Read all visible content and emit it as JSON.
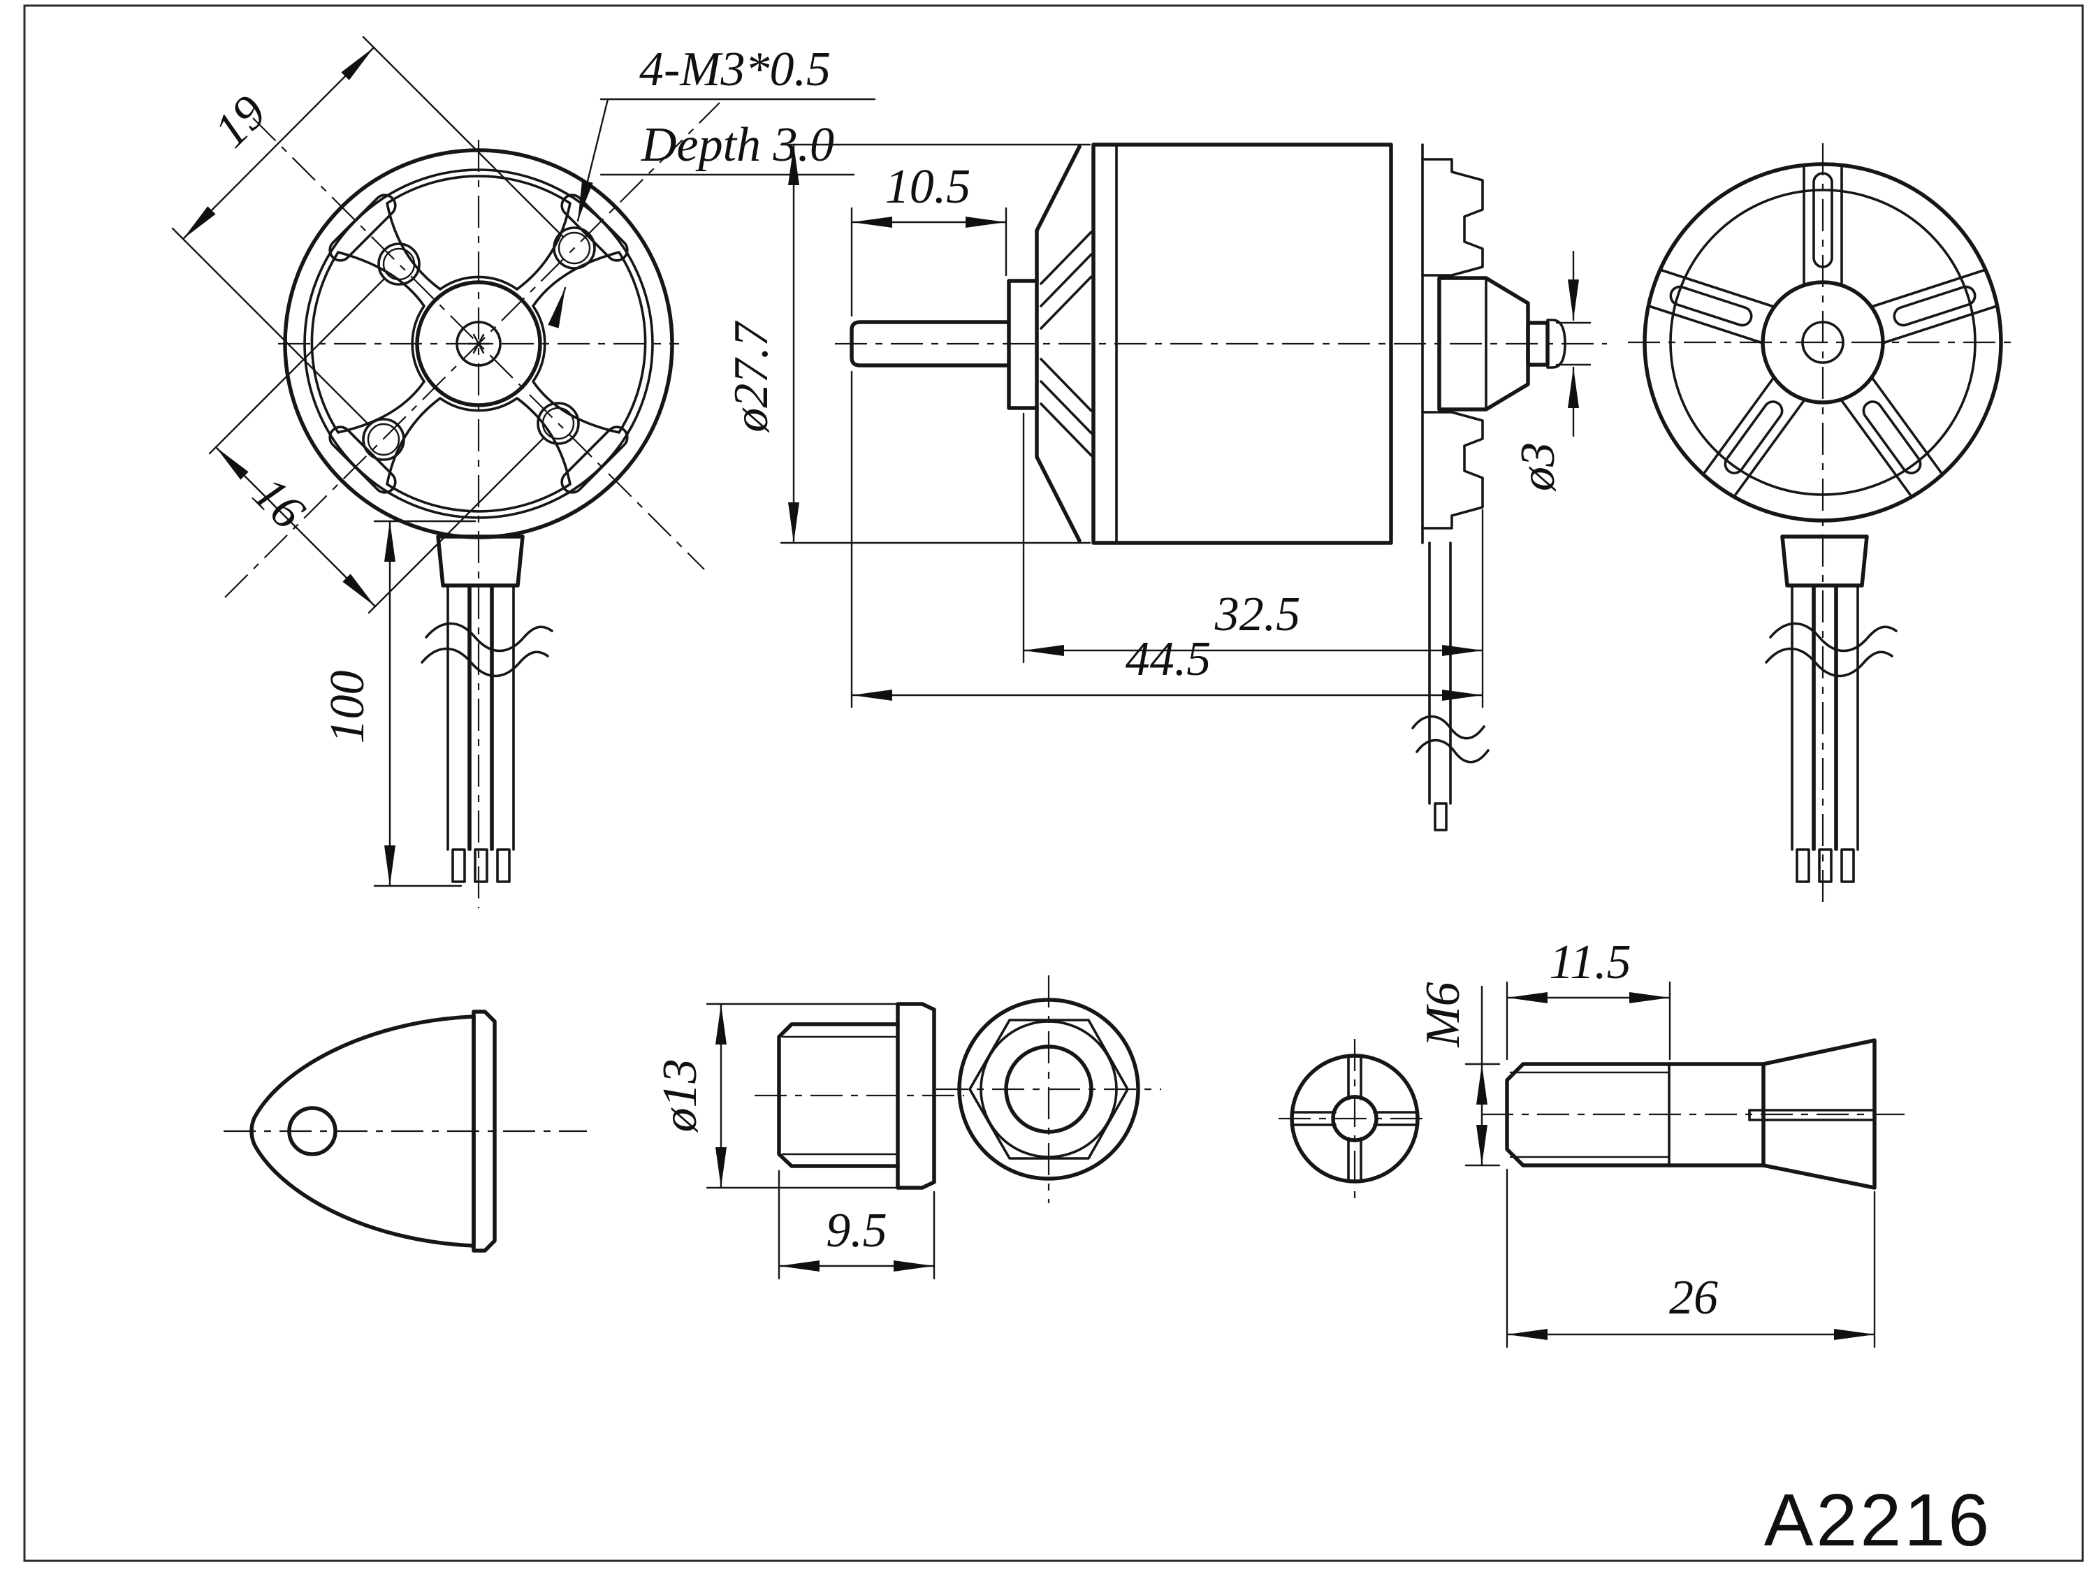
{
  "title_block": {
    "model": "A2216"
  },
  "front_view_dims": {
    "bolt_spacing_diag_a": "19",
    "bolt_spacing_diag_b": "16",
    "wire_length": "100",
    "thread_callout": "4-M3*0.5",
    "thread_depth": "Depth 3.0"
  },
  "side_view_dims": {
    "shaft_length": "10.5",
    "body_diameter": "ø27.7",
    "shaft_diameter": "ø3",
    "can_length": "32.5",
    "overall_length": "44.5"
  },
  "accessory_dims": {
    "adapter_diameter": "ø13",
    "adapter_length": "9.5",
    "collet_thread": "M6",
    "collet_thread_length": "11.5",
    "collet_length": "26"
  }
}
